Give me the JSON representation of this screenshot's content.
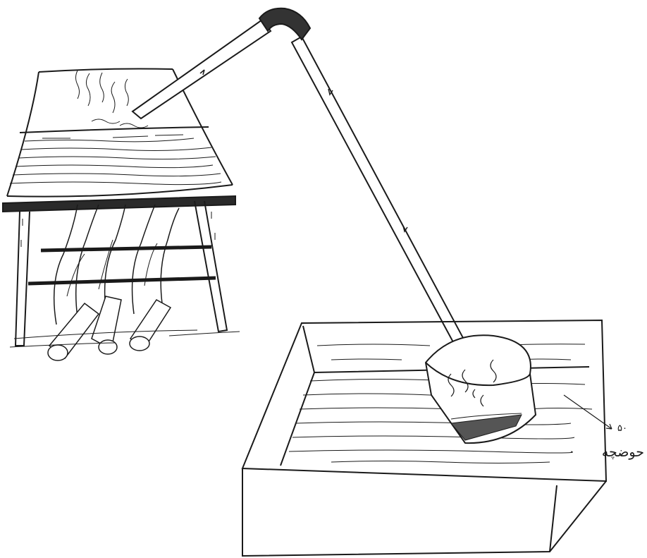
{
  "labels": {
    "callout_number": "۵۰",
    "callout_word": "حوضچه"
  },
  "colors": {
    "ink": "#1a1a1a",
    "paper": "#ffffff",
    "pipe_joint": "#333333"
  },
  "components": [
    "boiling-pot",
    "wooden-stand",
    "fire-logs",
    "pipe",
    "pipe-elbow",
    "cooling-pipe-end",
    "basin"
  ]
}
